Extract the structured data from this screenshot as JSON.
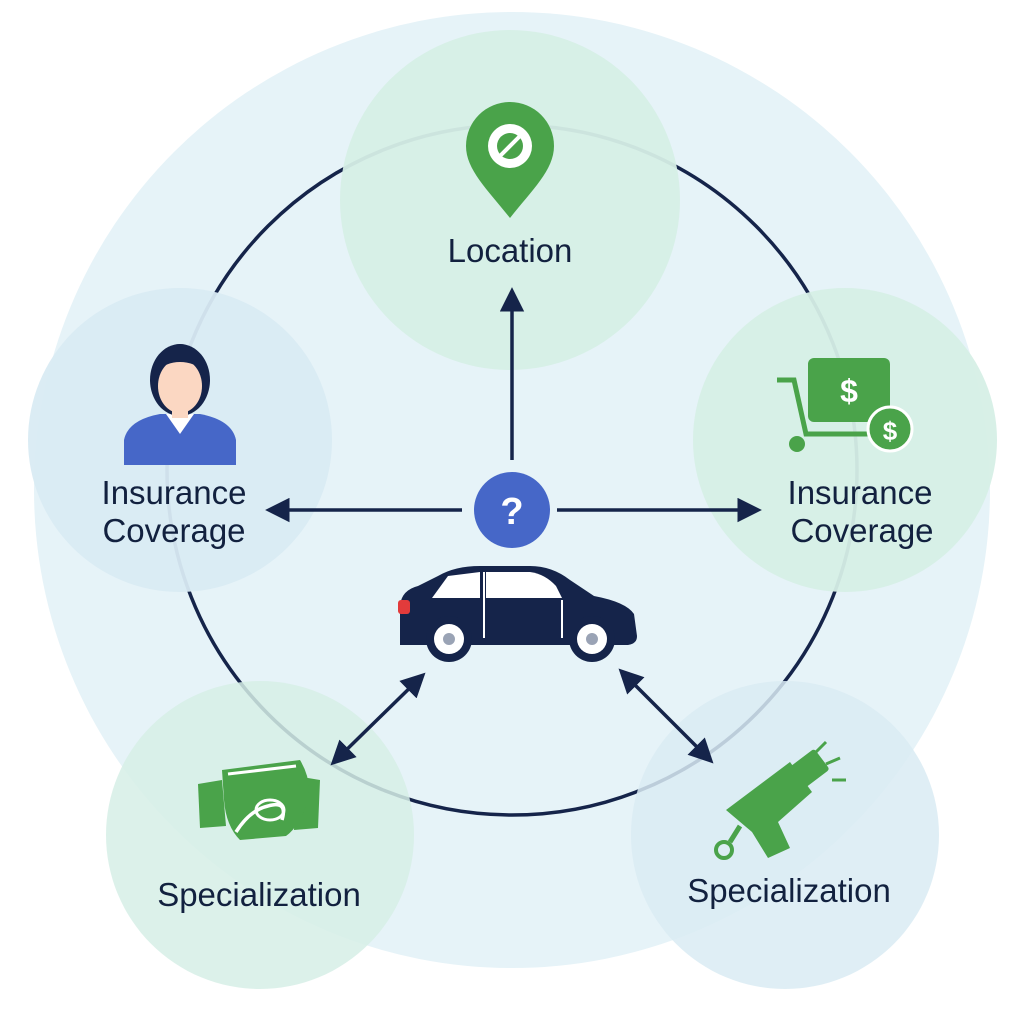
{
  "colors": {
    "navy": "#15244a",
    "green": "#4aa34a",
    "blue_badge": "#4667c8",
    "bubble_green": "#d6efe6",
    "bubble_blue": "#d9ebf3",
    "big_circle": "#e6f3f8"
  },
  "nodes": {
    "top": {
      "label": "Location",
      "icon": "map-pin-icon"
    },
    "left": {
      "label_line1": "Insurance",
      "label_line2": "Coverage",
      "icon": "person-icon"
    },
    "right": {
      "label_line1": "Insurance",
      "label_line2": "Coverage",
      "icon": "money-cart-icon"
    },
    "bottom_left": {
      "label": "Specialization",
      "icon": "handshake-money-icon"
    },
    "bottom_right": {
      "label": "Specialization",
      "icon": "spray-nozzle-icon"
    }
  },
  "center": {
    "badge": "?",
    "icon": "car-icon"
  }
}
